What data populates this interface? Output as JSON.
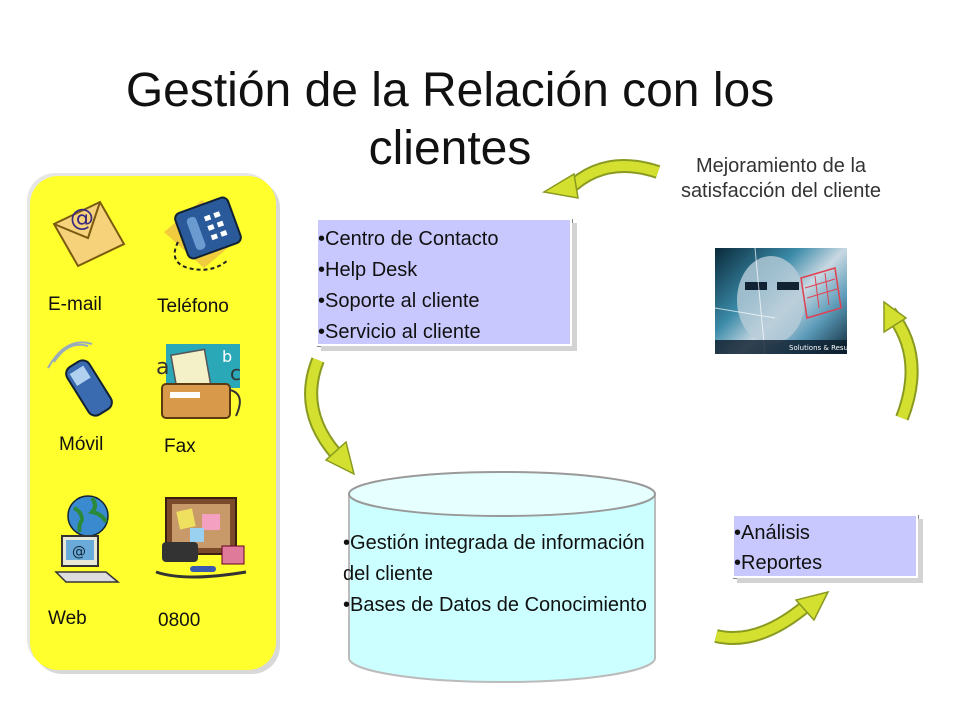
{
  "title": "Gestión de la Relación con los clientes",
  "channels": [
    {
      "label": "E-mail",
      "icon": "email-icon"
    },
    {
      "label": "Teléfono",
      "icon": "telephone-icon"
    },
    {
      "label": "Móvil",
      "icon": "mobile-phone-icon"
    },
    {
      "label": "Fax",
      "icon": "fax-icon"
    },
    {
      "label": "Web",
      "icon": "web-computer-icon"
    },
    {
      "label": "0800",
      "icon": "office-desk-icon"
    }
  ],
  "contact_box": {
    "items": [
      "Centro de Contacto",
      "Help Desk",
      "Soporte al cliente",
      "Servicio al cliente"
    ]
  },
  "database": {
    "items": [
      "Gestión integrada de información del cliente",
      "Bases de Datos de Conocimiento"
    ]
  },
  "analysis_box": {
    "items": [
      "Análisis",
      "Reportes"
    ]
  },
  "satisfaction": {
    "text": "Mejoramiento de la satisfacción del cliente",
    "photo_caption": "Solutions & Results"
  },
  "colors": {
    "panel": "#ffff2e",
    "box": "#c8c8ff",
    "database": "#ccffff",
    "arrow": "#d4e030"
  }
}
